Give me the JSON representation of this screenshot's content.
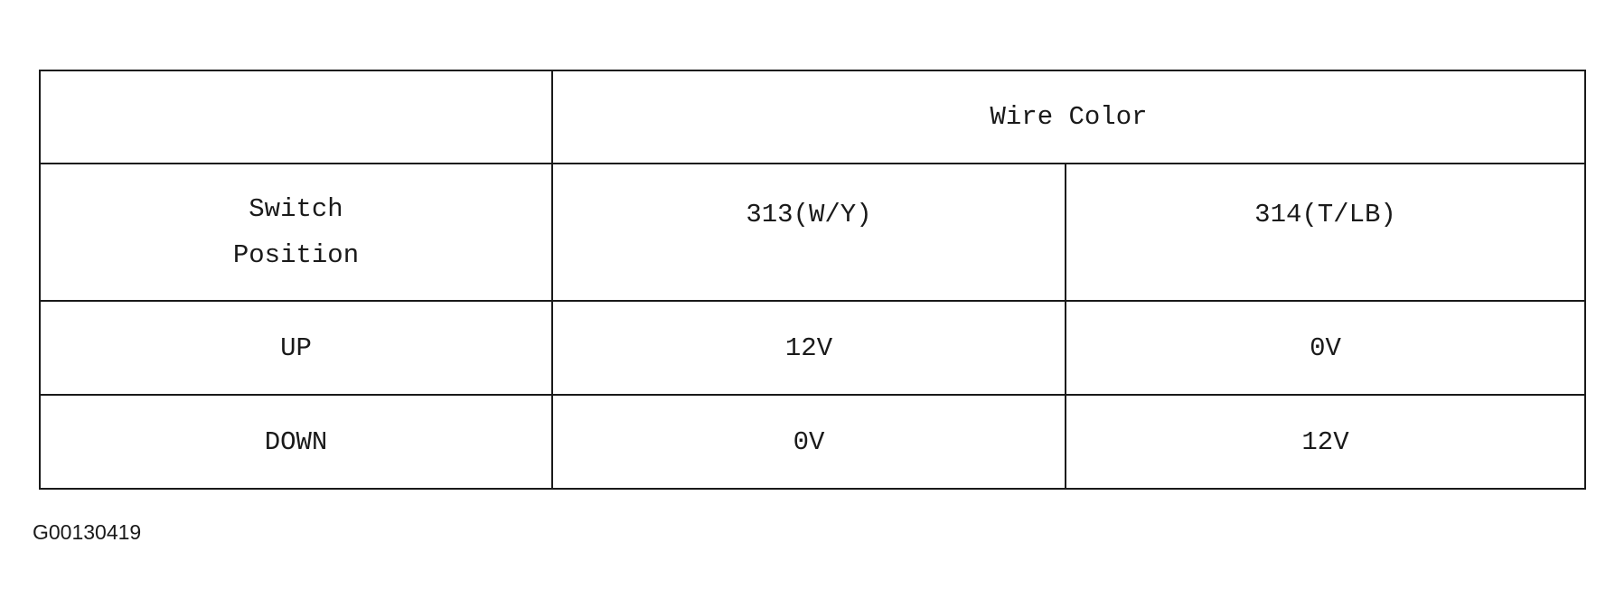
{
  "table": {
    "header_group_label": "Wire Color",
    "switch_position_label_line1": "Switch",
    "switch_position_label_line2": "Position",
    "columns": [
      "313(W/Y)",
      "314(T/LB)"
    ],
    "rows": [
      {
        "position": "UP",
        "w313": "12V",
        "w314": "0V"
      },
      {
        "position": "DOWN",
        "w313": "0V",
        "w314": "12V"
      }
    ]
  },
  "figure_id": "G00130419"
}
